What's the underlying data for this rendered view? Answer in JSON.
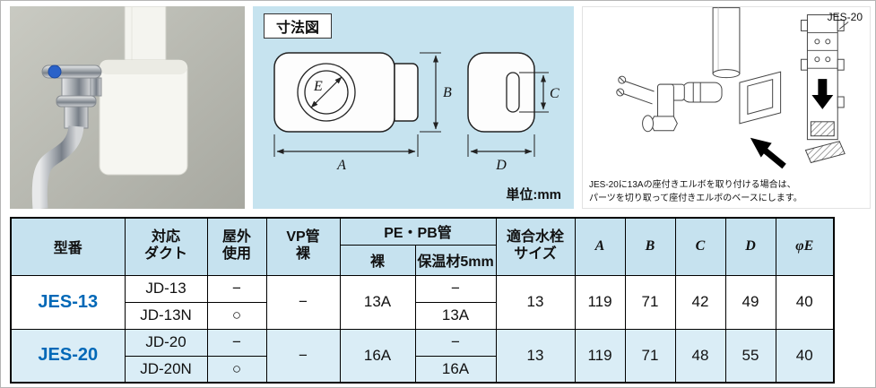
{
  "colors": {
    "panel_blue": "#c6e3ef",
    "header_bg": "#c6e2ef",
    "group2_bg": "#daedf6",
    "model_blue": "#0068b7"
  },
  "dimension_diagram": {
    "title": "寸法図",
    "unit": "単位:mm",
    "labels": {
      "A": "A",
      "B": "B",
      "C": "C",
      "D": "D",
      "E": "E"
    }
  },
  "install_diagram": {
    "part_label": "JES-20",
    "caption_line1": "JES-20に13Aの座付きエルボを取り付ける場合は、",
    "caption_line2": "パーツを切り取って座付きエルボのベースにします。"
  },
  "table": {
    "headers": {
      "model": "型番",
      "duct_line1": "対応",
      "duct_line2": "ダクト",
      "outdoor_line1": "屋外",
      "outdoor_line2": "使用",
      "vp_line1": "VP管",
      "vp_line2": "裸",
      "pepb": "PE・PB管",
      "pepb_bare": "裸",
      "pepb_insulated": "保温材5mm",
      "faucet_line1": "適合水栓",
      "faucet_line2": "サイズ",
      "col_a": "A",
      "col_b": "B",
      "col_c": "C",
      "col_d": "D",
      "col_e": "φE"
    },
    "groups": [
      {
        "model": "JES-13",
        "row1": {
          "duct": "JD-13",
          "outdoor": "−",
          "insulated": "−"
        },
        "row2": {
          "duct": "JD-13N",
          "outdoor": "○",
          "insulated": "13A"
        },
        "vp": "−",
        "pepb_bare": "13A",
        "faucet_size": "13",
        "a": "119",
        "b": "71",
        "c": "42",
        "d": "49",
        "e": "40"
      },
      {
        "model": "JES-20",
        "row1": {
          "duct": "JD-20",
          "outdoor": "−",
          "insulated": "−"
        },
        "row2": {
          "duct": "JD-20N",
          "outdoor": "○",
          "insulated": "16A"
        },
        "vp": "−",
        "pepb_bare": "16A",
        "faucet_size": "13",
        "a": "119",
        "b": "71",
        "c": "48",
        "d": "55",
        "e": "40"
      }
    ]
  }
}
